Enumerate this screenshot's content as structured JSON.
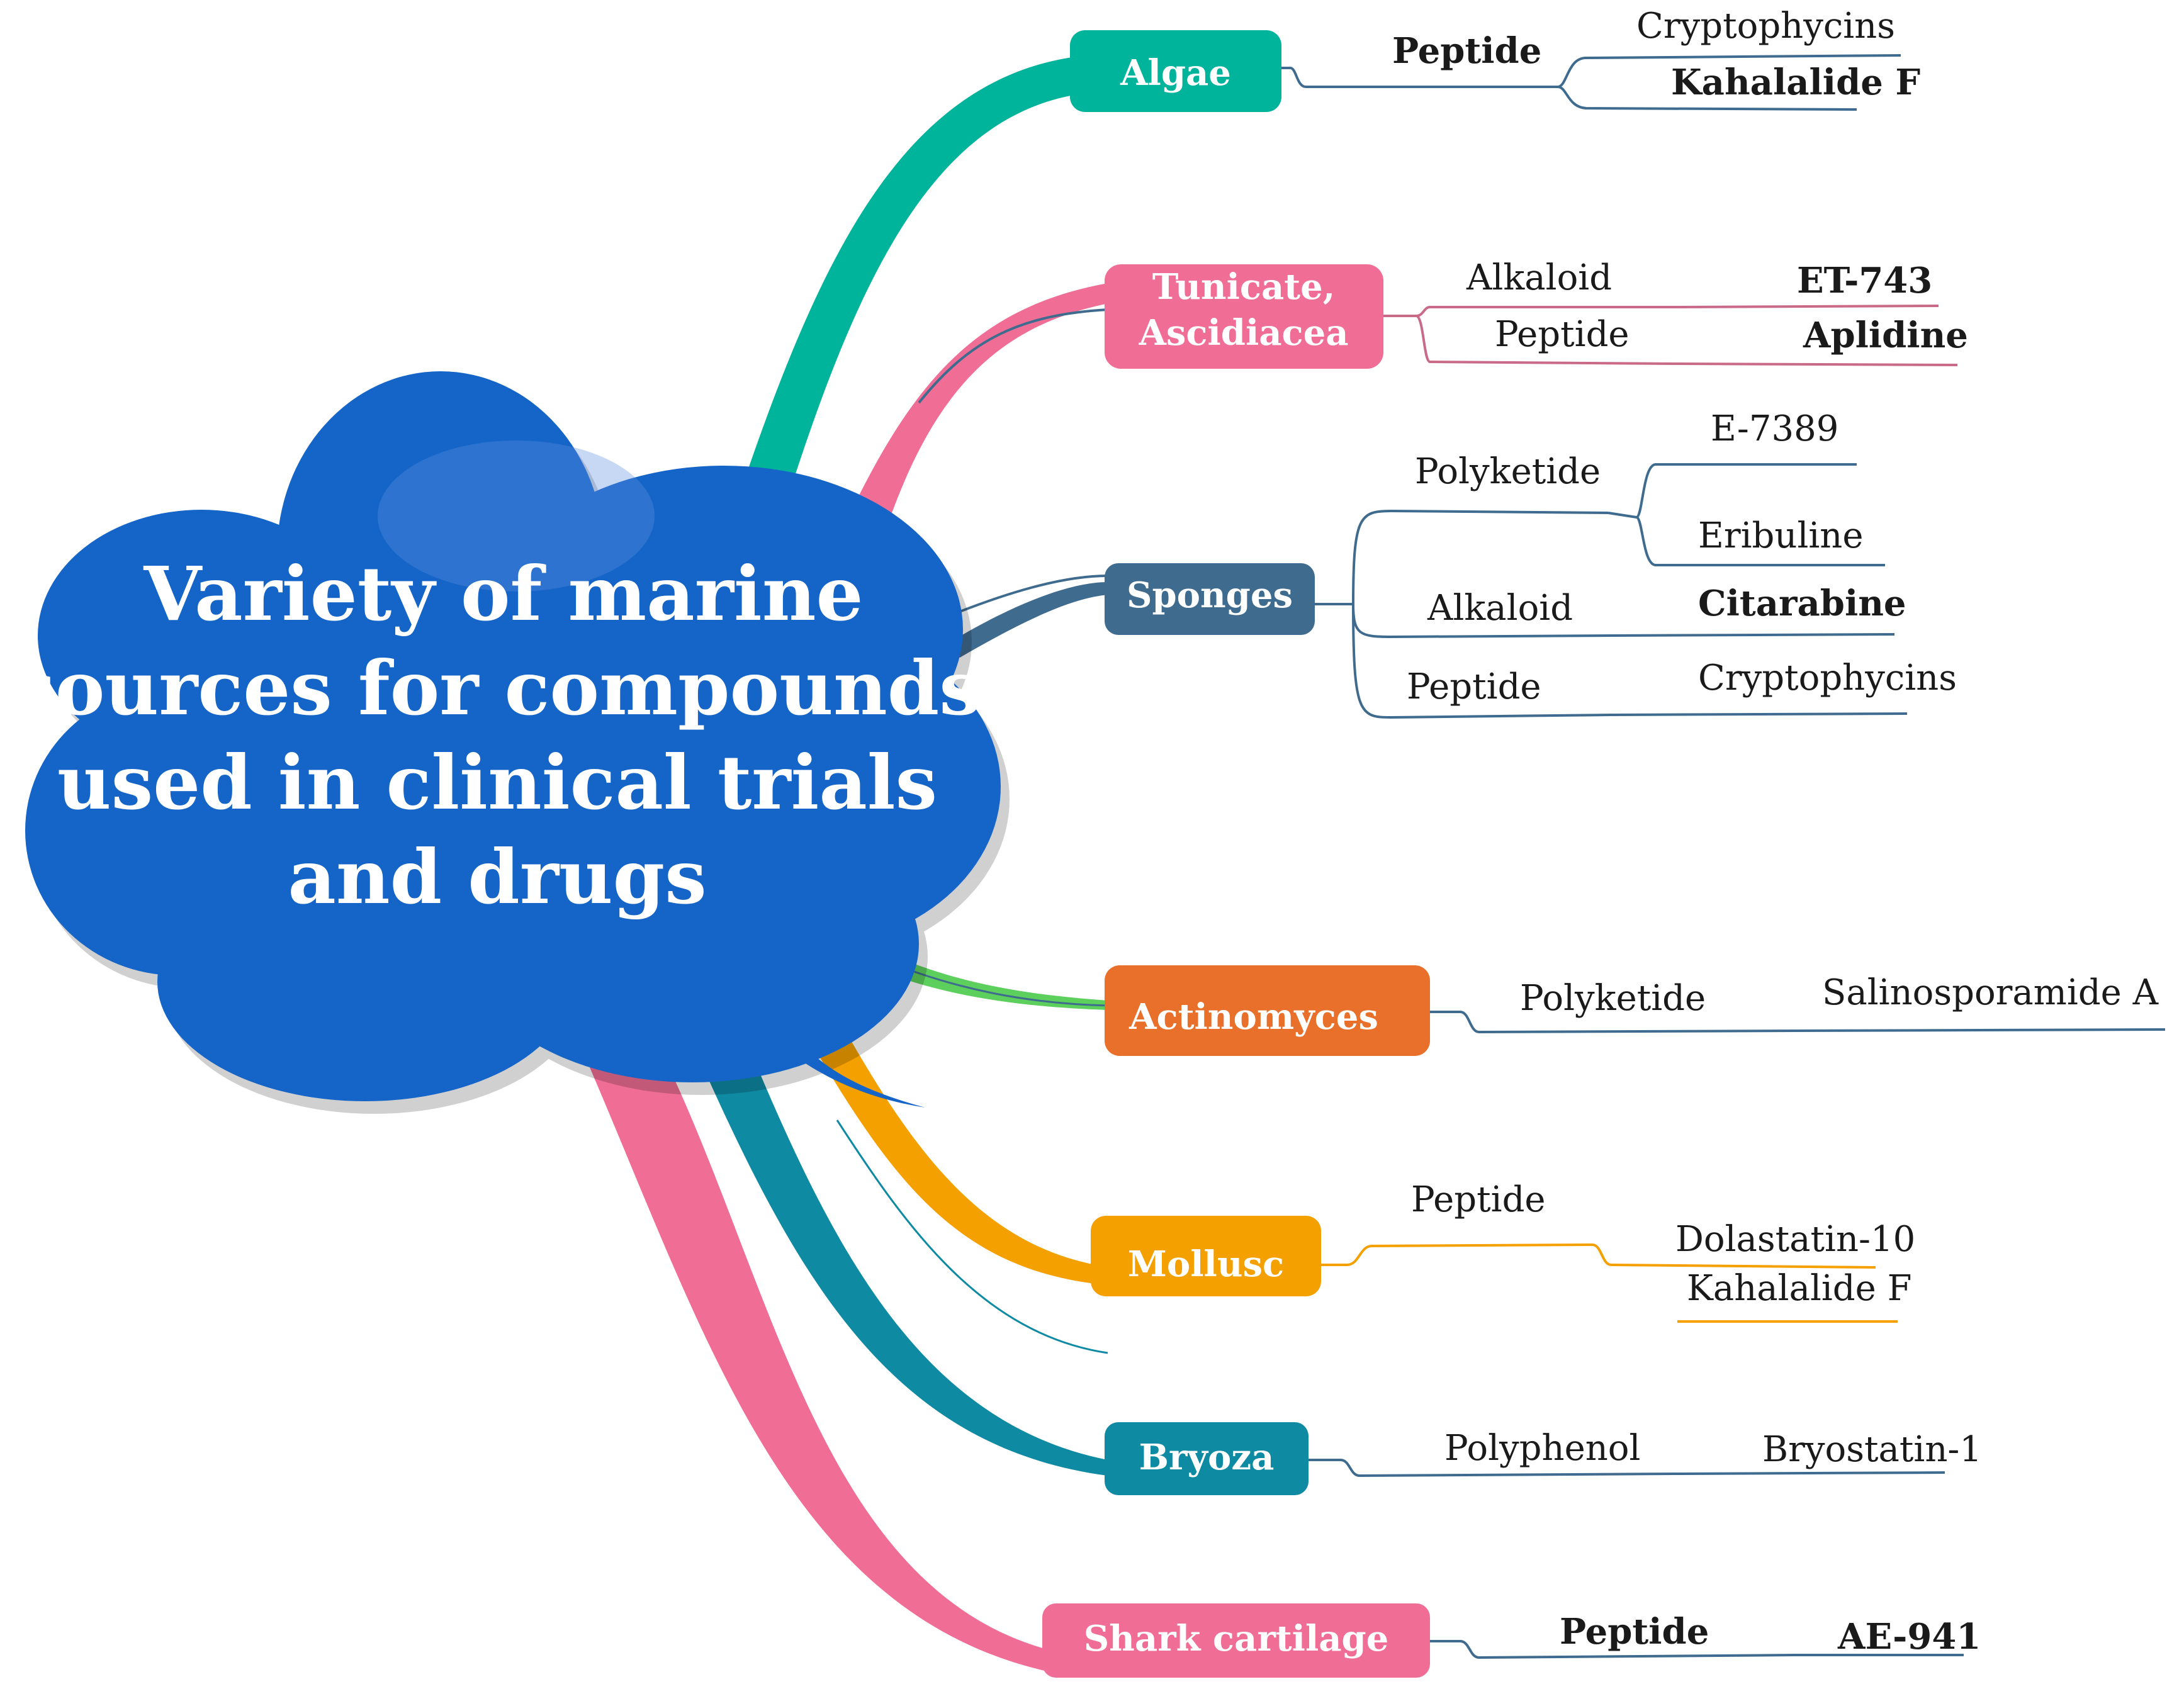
{
  "title_lines": [
    "Variety of marine",
    "sources for compounds",
    "used in clinical trials",
    "and drugs"
  ],
  "colors": {
    "cloud": "#1565c8",
    "algae": "#00b39b",
    "tunicate": "#f06e95",
    "sponges": "#3f6b8f",
    "actinomyces": "#e8702a",
    "mollusc": "#f4a000",
    "bryoza": "#0e8aa3",
    "shark": "#f06e95",
    "green_branch": "#5ccf5c"
  },
  "sources": [
    {
      "id": "algae",
      "label_lines": [
        "Algae"
      ],
      "classes": [
        {
          "label": "Peptide",
          "compounds": [
            "Cryptophycins",
            "Kahalalide F"
          ]
        }
      ]
    },
    {
      "id": "tunicate",
      "label_lines": [
        "Tunicate,",
        "Ascidiacea"
      ],
      "classes": [
        {
          "label": "Alkaloid",
          "compounds": [
            "ET-743"
          ]
        },
        {
          "label": "Peptide",
          "compounds": [
            "Aplidine"
          ]
        }
      ]
    },
    {
      "id": "sponges",
      "label_lines": [
        "Sponges"
      ],
      "classes": [
        {
          "label": "Polyketide",
          "compounds": [
            "E-7389",
            "Eribuline"
          ]
        },
        {
          "label": "Alkaloid",
          "compounds": [
            "Citarabine"
          ]
        },
        {
          "label": "Peptide",
          "compounds": [
            "Cryptophycins"
          ]
        }
      ]
    },
    {
      "id": "actinomyces",
      "label_lines": [
        "Actinomyces"
      ],
      "classes": [
        {
          "label": "Polyketide",
          "compounds": [
            "Salinosporamide A"
          ]
        }
      ]
    },
    {
      "id": "mollusc",
      "label_lines": [
        "Mollusc"
      ],
      "classes": [
        {
          "label": "Peptide",
          "compounds": [
            "Dolastatin-10",
            "Kahalalide F"
          ]
        }
      ]
    },
    {
      "id": "bryoza",
      "label_lines": [
        "Bryoza"
      ],
      "classes": [
        {
          "label": "Polyphenol",
          "compounds": [
            "Bryostatin-1"
          ]
        }
      ]
    },
    {
      "id": "shark",
      "label_lines": [
        "Shark cartilage"
      ],
      "classes": [
        {
          "label": "Peptide",
          "compounds": [
            "AE-941"
          ]
        }
      ]
    }
  ]
}
